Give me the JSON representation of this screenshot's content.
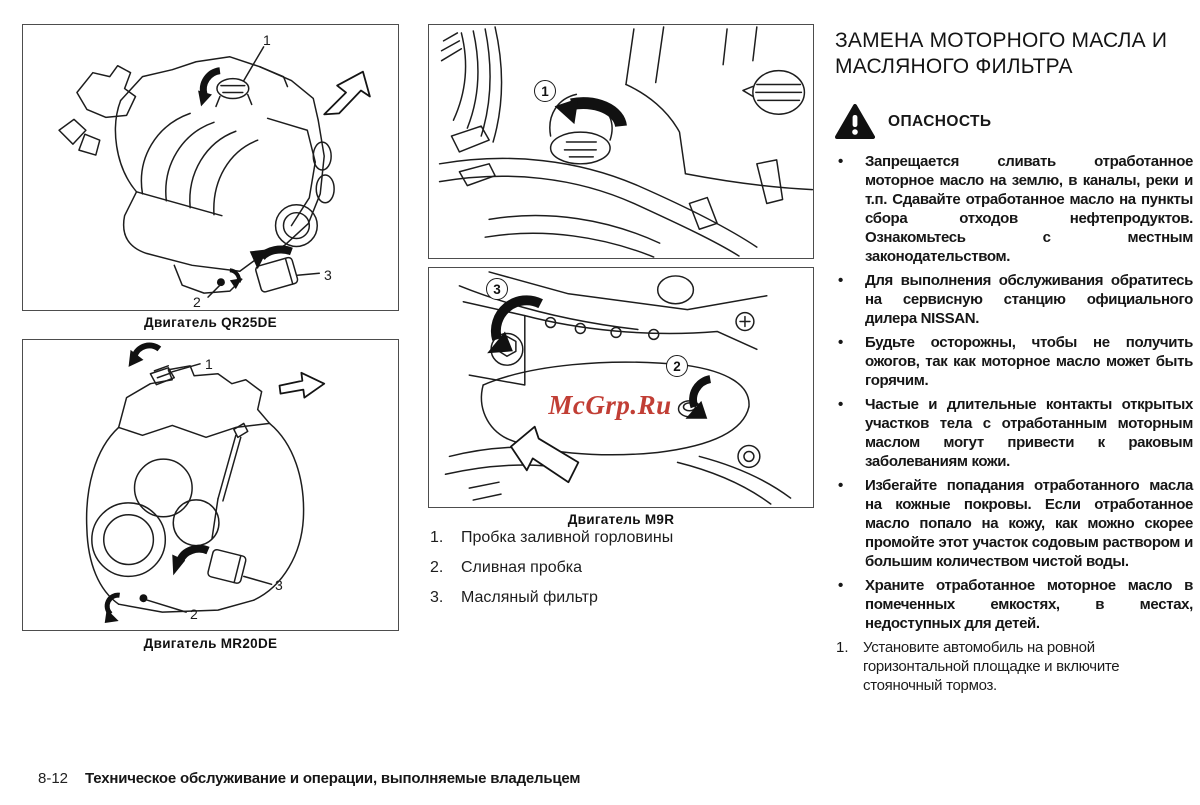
{
  "figures": {
    "qr25de": {
      "caption": "Двигатель QR25DE",
      "callout_1": "1",
      "callout_2": "2",
      "callout_3": "3"
    },
    "mr20de": {
      "caption": "Двигатель MR20DE",
      "callout_1": "1",
      "callout_2": "2",
      "callout_3": "3"
    },
    "m9r": {
      "caption": "Двигатель M9R",
      "callout_1": "1",
      "callout_2": "2",
      "callout_3": "3",
      "watermark": "McGrp.Ru"
    }
  },
  "legend": {
    "items": [
      {
        "num": "1.",
        "label": "Пробка заливной горловины"
      },
      {
        "num": "2.",
        "label": "Сливная пробка"
      },
      {
        "num": "3.",
        "label": "Масляный фильтр"
      }
    ]
  },
  "article": {
    "title": "ЗАМЕНА МОТОРНОГО МАСЛА И МАСЛЯНОГО ФИЛЬТРА",
    "danger_label": "ОПАСНОСТЬ",
    "bullet_char": "•",
    "warning_bullets": [
      "Запрещается сливать отработанное моторное масло на землю, в каналы, реки и т.п. Сдавайте отработанное масло на пункты сбора отходов нефтепродуктов. Ознакомьтесь с местным законодательством.",
      "Для выполнения обслуживания обратитесь на сервисную станцию официального дилера NISSAN.",
      "Будьте осторожны, чтобы не получить ожогов, так как моторное масло может быть горячим.",
      "Частые и длительные контакты открытых участков тела с отработанным моторным маслом могут привести к раковым заболеваниям кожи.",
      "Избегайте попадания отработанного масла на кожные покровы. Если отработанное масло попало на кожу, как можно скорее промойте этот участок содовым раствором и большим количеством чистой воды.",
      "Храните отработанное моторное масло в помеченных емкостях, в местах, недоступных для детей."
    ],
    "steps": [
      {
        "num": "1.",
        "text": "Установите автомобиль на ровной горизонтальной площадке и включите стояночный тормоз."
      }
    ]
  },
  "footer": {
    "page_number": "8-12",
    "text": "Техническое обслуживание и операции, выполняемые владельцем"
  },
  "icons": {
    "danger": "triangle-exclamation",
    "rotation_arrow": "curved-black-arrow",
    "direction_arrow": "hollow-outline-arrow"
  },
  "colors": {
    "watermark": "#c13e35",
    "ink": "#171717",
    "paper": "#ffffff"
  }
}
